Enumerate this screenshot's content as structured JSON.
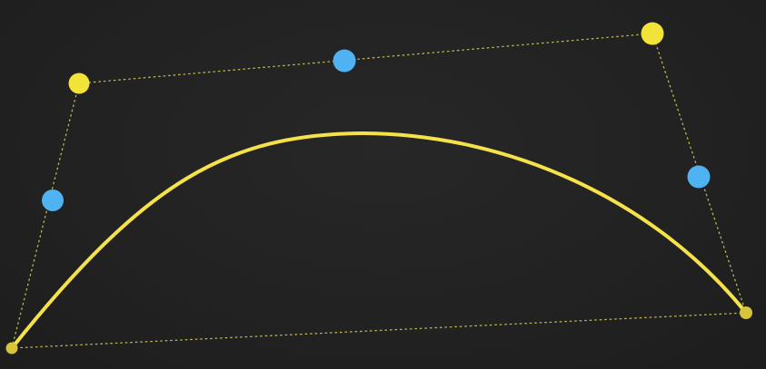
{
  "colors": {
    "background": "#222222",
    "curve": "#f5e24a",
    "guide_line": "#d9cf5a",
    "anchor_point": "#d6c43a",
    "control_point": "#f2e338",
    "midpoint": "#4fb3f2"
  },
  "diagram": {
    "kind": "cubic-bezier-construction",
    "points": [
      {
        "role": "anchor-start",
        "color_key": "anchor_point"
      },
      {
        "role": "control-1",
        "color_key": "control_point"
      },
      {
        "role": "control-2",
        "color_key": "control_point"
      },
      {
        "role": "anchor-end",
        "color_key": "anchor_point"
      }
    ],
    "midpoints": [
      {
        "between": [
          "anchor-start",
          "control-1"
        ],
        "color_key": "midpoint"
      },
      {
        "between": [
          "control-1",
          "control-2"
        ],
        "color_key": "midpoint"
      },
      {
        "between": [
          "control-2",
          "anchor-end"
        ],
        "color_key": "midpoint"
      }
    ],
    "guide_style": "dotted",
    "closing_guide": [
      "anchor-end",
      "anchor-start"
    ]
  }
}
